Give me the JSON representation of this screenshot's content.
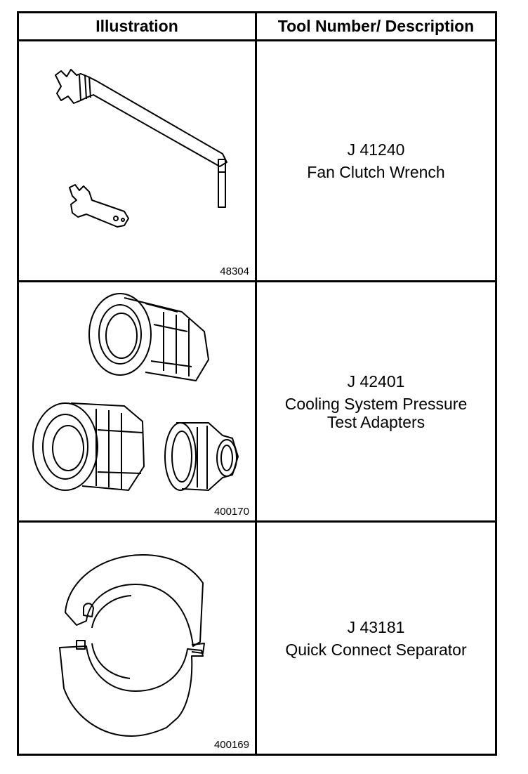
{
  "header": {
    "illustration_label": "Illustration",
    "description_label": "Tool Number/ Description"
  },
  "tools": [
    {
      "number": "J 41240",
      "description": "Fan Clutch Wrench",
      "figure": "48304"
    },
    {
      "number": "J 42401",
      "description": "Cooling System Pressure\nTest Adapters",
      "figure": "400170"
    },
    {
      "number": "J 43181",
      "description": "Quick Connect Separator",
      "figure": "400169"
    }
  ]
}
